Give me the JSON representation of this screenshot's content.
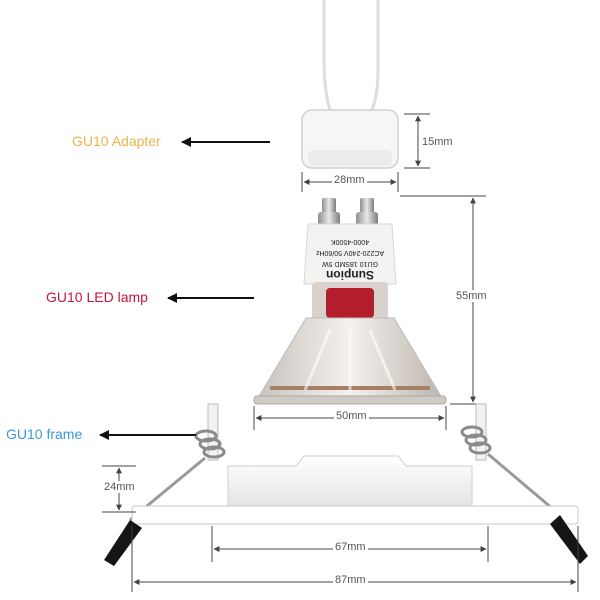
{
  "labels": {
    "adapter": "GU10 Adapter",
    "lamp": "GU10 LED lamp",
    "frame": "GU10 frame"
  },
  "dimensions": {
    "adapter_height": "15mm",
    "adapter_width": "28mm",
    "lamp_height": "55mm",
    "lamp_width": "50mm",
    "frame_height": "24mm",
    "frame_inner": "67mm",
    "frame_outer": "87mm"
  },
  "lamp_print": {
    "brand": "Sunpion",
    "line1": "GU10 18SMD 5W",
    "line2": "AC220-240V 50/60Hz",
    "line3": "4000-4500K"
  },
  "colors": {
    "adapter_label": "#e8b54a",
    "lamp_label": "#c4163c",
    "frame_label": "#3a9ad8",
    "dimension_line": "#444444"
  }
}
